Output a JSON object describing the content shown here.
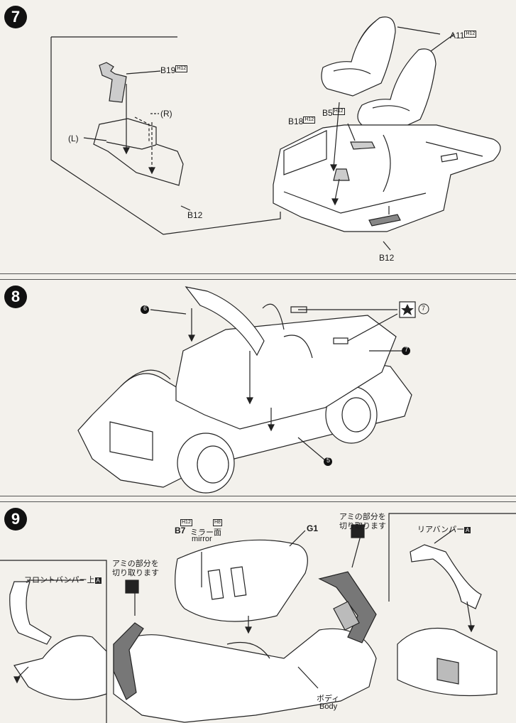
{
  "steps": {
    "s7": "7",
    "s8": "8",
    "s9": "9"
  },
  "step7": {
    "a11": "A11",
    "a11_tag": "H12",
    "b19": "B19",
    "b19_tag": "H12",
    "right": "(R)",
    "left": "(L)",
    "b12_inset": "B12",
    "b18": "B18",
    "b18_tag": "H12",
    "b5": "B5",
    "b5_tag": "H12",
    "b12_main": "B12"
  },
  "step8": {
    "ref6": "6",
    "ref7_star": "7",
    "ref7": "7",
    "ref5": "5"
  },
  "step9": {
    "h12": "H12",
    "h8": "H8",
    "b7": "B7",
    "mirror_jp": "ミラー面",
    "mirror_en": "mirror",
    "g1": "G1",
    "cut_jp_line1": "アミの部分を",
    "cut_jp_line2": "切り取ります",
    "cut_jp2_line1": "アミの部分を",
    "cut_jp2_line2": "切り取ります",
    "front_bumper": "フロントバンパー上",
    "front_bumper_tag": "A",
    "rear_bumper": "リアバンパー",
    "rear_bumper_tag": "A",
    "body_jp": "ボディ",
    "body_en": "Body"
  }
}
